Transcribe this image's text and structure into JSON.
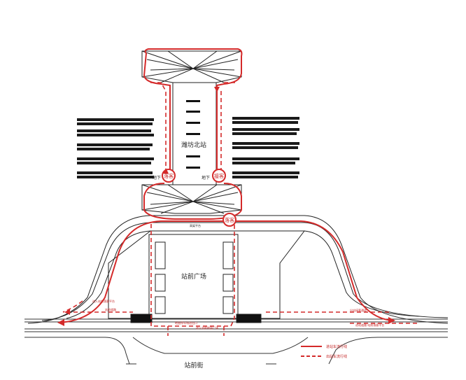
{
  "labels": {
    "station_name": "潍坊北站",
    "plaza": "站前广场",
    "street": "站前街",
    "up_left": "落客",
    "up_right": "接客",
    "down_left": "地下",
    "down_right": "地下",
    "bridge": "落客",
    "bridge_small": "高架平台",
    "ramp_left_1": "进入站前落客平台",
    "ramp_left_2": "站前道路",
    "ramp_right": "出站接客通道",
    "ramp_right_2": "进站道路 站前落客平台",
    "bottom_mid_1": "地面停车场进出口",
    "bottom_mid_2": "进入站前地面广场"
  },
  "legend": {
    "solid_label": "进站车流行线",
    "dashed_label": "出站车流行线"
  },
  "colors": {
    "route": "#d42a2a",
    "lines": "#222222"
  }
}
